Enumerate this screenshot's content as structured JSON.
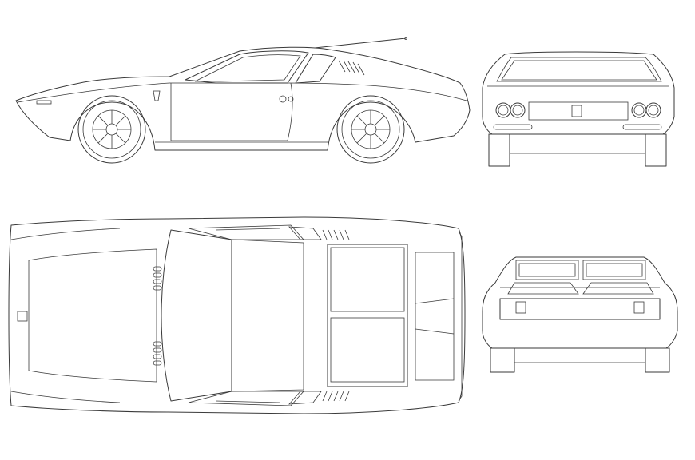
{
  "drawing": {
    "subject": "",
    "views": [
      {
        "id": "side",
        "label": ""
      },
      {
        "id": "front",
        "label": ""
      },
      {
        "id": "top",
        "label": ""
      },
      {
        "id": "rear",
        "label": ""
      }
    ]
  },
  "colors": {
    "line": "#3a3a3a",
    "background": "#ffffff"
  }
}
